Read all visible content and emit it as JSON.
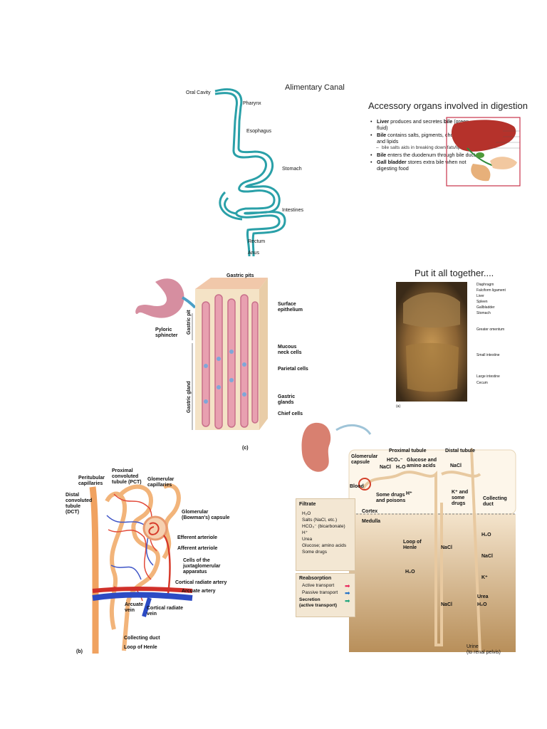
{
  "alimentary": {
    "title": "Alimentary Canal",
    "labels": [
      "Oral Cavity",
      "Pharynx",
      "Esophagus",
      "Stomach",
      "Intestines",
      "Rectum",
      "Anus"
    ]
  },
  "accessory": {
    "title": "Accessory organs involved in digestion",
    "items": [
      {
        "bold": "Liver",
        "text": " produces and secretes ",
        "bold2": "bile",
        "text2": " (green fluid)"
      },
      {
        "bold": "Bile",
        "text": " contains salts, pigments, cholesterol and lipids",
        "bold2": "",
        "text2": ""
      },
      {
        "bold": "",
        "text": "bile salts aids in breaking down fats/lipids",
        "bold2": "",
        "text2": "",
        "sub": true
      },
      {
        "bold": "Bile",
        "text": " enters the duodenum through bile duct",
        "bold2": "",
        "text2": ""
      },
      {
        "bold": "Gall bladder",
        "text": " stores extra bile when not digesting food",
        "bold2": "",
        "text2": ""
      }
    ]
  },
  "stomach": {
    "labels": {
      "pits": "Gastric pits",
      "surface": "Surface\nepithelium",
      "mucous": "Mucous\nneck cells",
      "parietal": "Parietal cells",
      "glands": "Gastric\nglands",
      "chief": "Chief cells",
      "pyloric": "Pyloric\nsphincter",
      "gastric_pit_axis": "Gastric pit",
      "gastric_gland_axis": "Gastric gland",
      "panel": "(c)"
    }
  },
  "together": {
    "title": "Put it all together....",
    "labels": [
      "Diaphragm",
      "Falciform ligament",
      "Liver",
      "Spleen",
      "Gallbladder",
      "Stomach",
      "Greater omentum",
      "Small intestine",
      "Large intestine",
      "Cecum"
    ],
    "panel": "(a)"
  },
  "nephron": {
    "labels": {
      "proximal": "Proximal\nconvoluted\ntubule (PCT)",
      "peritubular": "Peritubular\ncapillaries",
      "glomerular_caps": "Glomerular\ncapillaries",
      "distal": "Distal\nconvoluted\ntubule\n(DCT)",
      "bowman": "Glomerular\n(Bowman's) capsule",
      "efferent": "Efferent arteriole",
      "afferent": "Afferent arteriole",
      "jg": "Cells of the\njuxtaglomerular\napparatus",
      "cortical_artery": "Cortical radiate artery",
      "arcuate_artery": "Arcuate artery",
      "arcuate_vein": "Arcuate\nvein",
      "cortical_vein": "Cortical radiate\nvein",
      "collecting": "Collecting duct",
      "henle": "Loop of Henle",
      "panel": "(b)"
    }
  },
  "kidney": {
    "labels": {
      "glomerular_capsule": "Glomerular\ncapsule",
      "proximal": "Proximal tubule",
      "distal": "Distal tubule",
      "blood": "Blood",
      "hco3": "HCO₃⁻",
      "nacl": "NaCl",
      "h2o": "H₂O",
      "glucose": "Glucose and\namino acids",
      "hplus": "H⁺",
      "drugs": "Some drugs\nand poisons",
      "kdrugs": "K⁺ and\nsome\ndrugs",
      "collecting": "Collecting\nduct",
      "cortex": "Cortex",
      "medulla": "Medulla",
      "henle": "Loop of\nHenle",
      "kplus": "K⁺",
      "urea": "Urea",
      "urine": "Urine\n(to renal pelvis)"
    },
    "filtrate": {
      "title": "Filtrate",
      "items": [
        "H₂O",
        "Salts (NaCl, etc.)",
        "HCO₃⁻ (bicarbonate)",
        "H⁺",
        "Urea",
        "Glucose; amino acids",
        "Some drugs"
      ]
    },
    "legend": {
      "title": "Reabsorption",
      "active": "Active transport",
      "passive": "Passive transport",
      "secretion": "Secretion\n(active transport)"
    },
    "colors": {
      "active": "#e8245a",
      "passive": "#1f6fc6",
      "secretion": "#1aa37a"
    }
  }
}
